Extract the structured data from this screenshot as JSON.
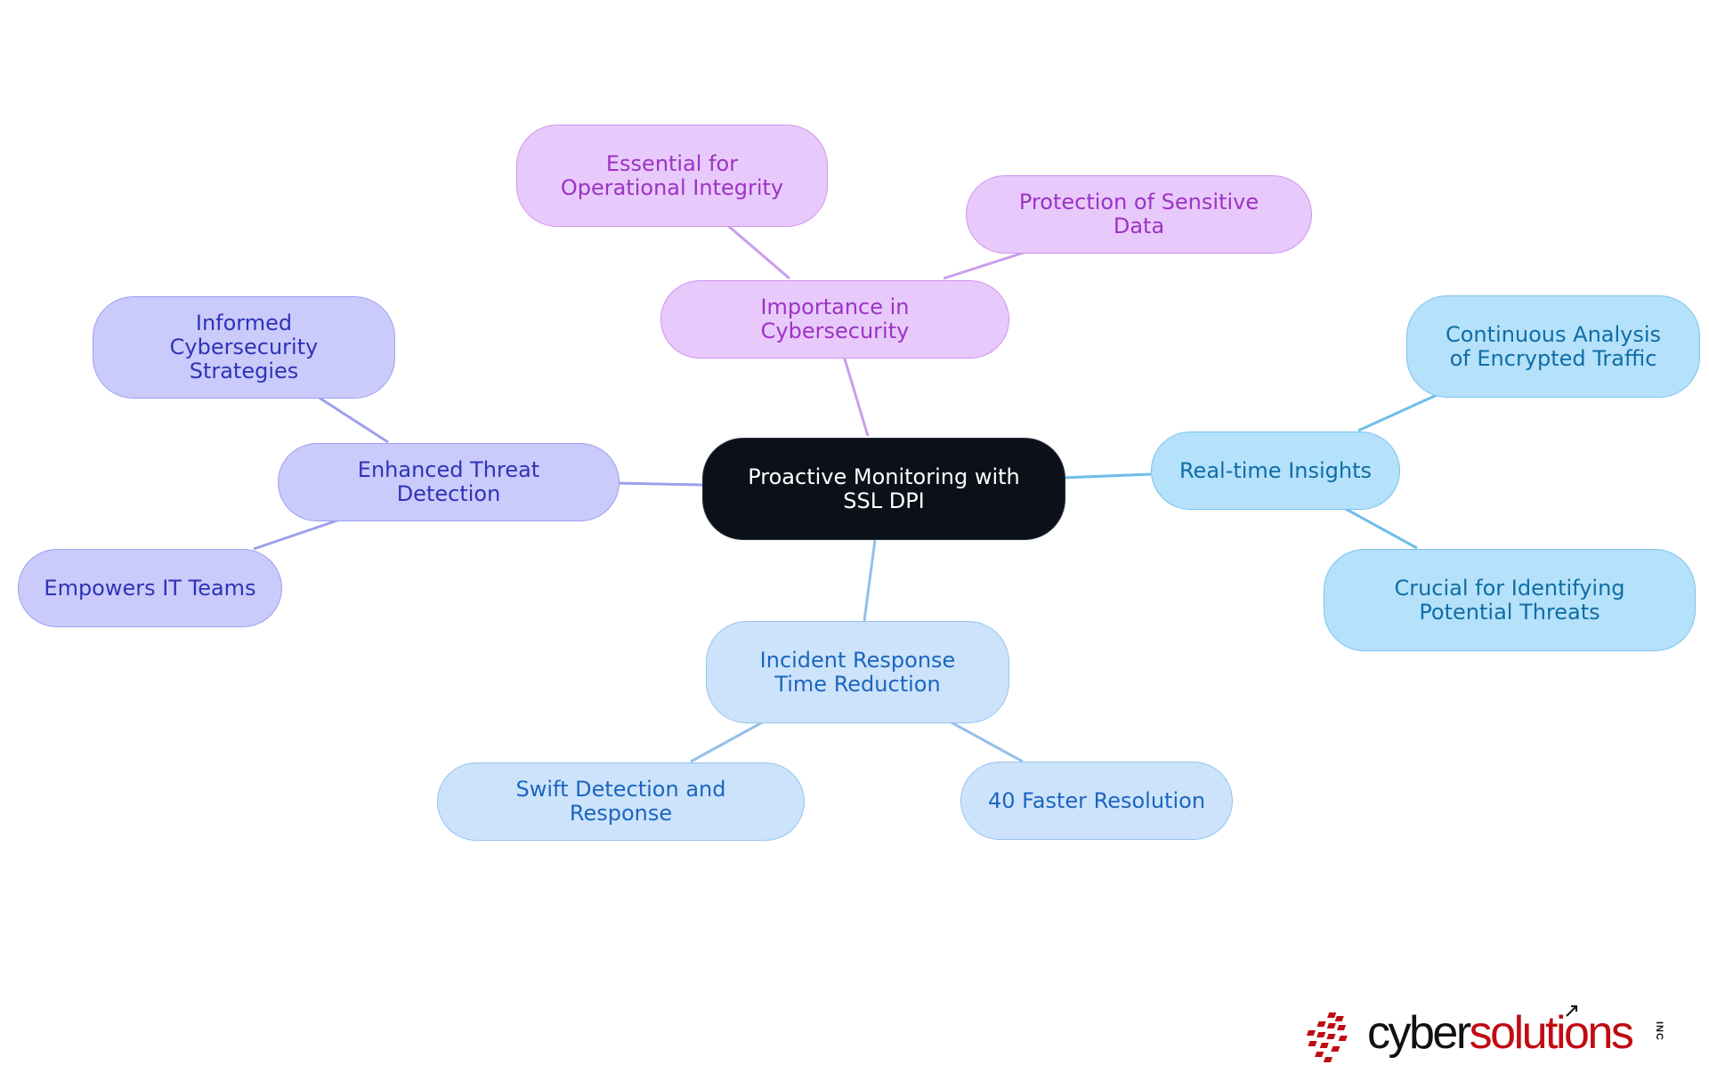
{
  "mindmap": {
    "root": {
      "label": "Proactive Monitoring with SSL DPI"
    },
    "branches": [
      {
        "id": "importance",
        "label": "Importance in Cybersecurity",
        "color": "#c99ded",
        "children": [
          {
            "label": "Essential for Operational Integrity"
          },
          {
            "label": "Protection of Sensitive Data"
          }
        ]
      },
      {
        "id": "threat",
        "label": "Enhanced Threat Detection",
        "color": "#9e9fec",
        "children": [
          {
            "label": "Informed Cybersecurity Strategies"
          },
          {
            "label": "Empowers IT Teams"
          }
        ]
      },
      {
        "id": "realtime",
        "label": "Real-time Insights",
        "color": "#6fbde9",
        "children": [
          {
            "label": "Continuous Analysis of Encrypted Traffic"
          },
          {
            "label": "Crucial for Identifying Potential Threats"
          }
        ]
      },
      {
        "id": "incident",
        "label": "Incident Response Time Reduction",
        "color": "#94c1ea",
        "children": [
          {
            "label": "Swift Detection and Response"
          },
          {
            "label": "40 Faster Resolution"
          }
        ]
      }
    ]
  },
  "logo": {
    "word_black": "cyber",
    "word_red": "solutions",
    "suffix": "INC",
    "brand_red": "#c00b12"
  }
}
